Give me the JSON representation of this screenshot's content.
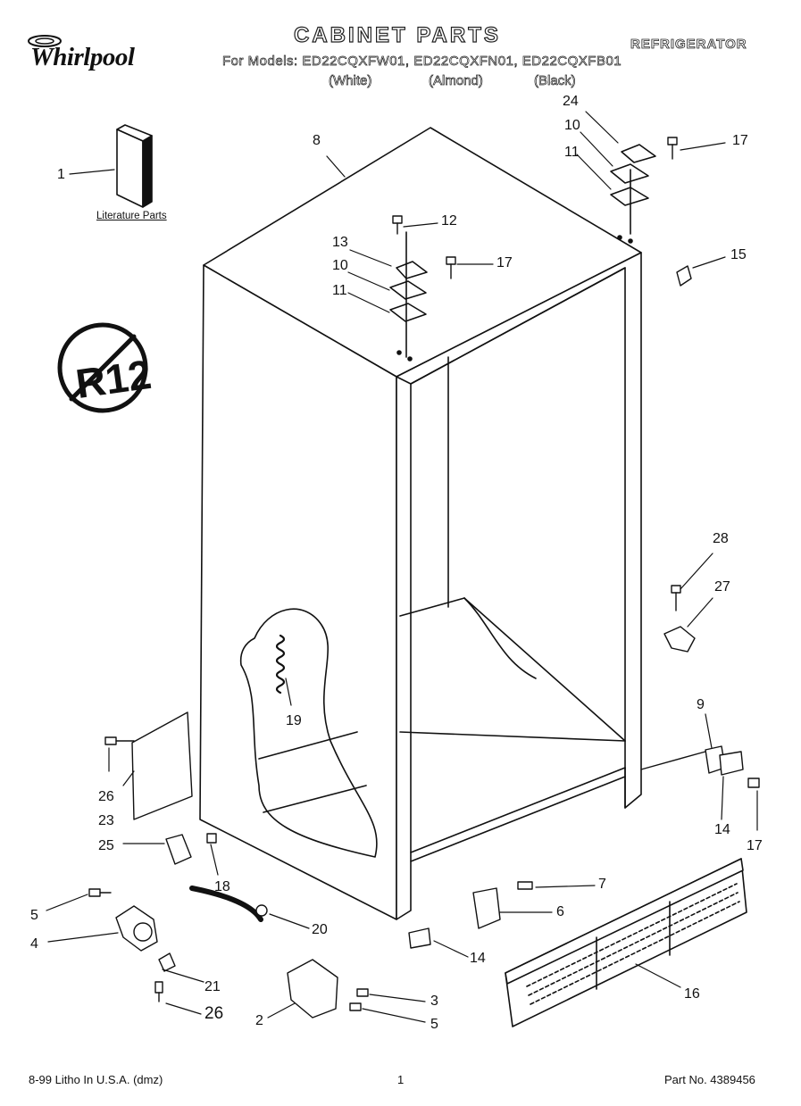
{
  "header": {
    "brand": "Whirlpool",
    "title": "CABINET PARTS",
    "subtitle": "REFRIGERATOR",
    "models_line": "For Models: ED22CQXFW01, ED22CQXFN01, ED22CQXFB01",
    "finishes": [
      "(White)",
      "(Almond)",
      "(Black)"
    ]
  },
  "badge": {
    "text": "R12",
    "meaning": "no-R12 refrigerant symbol"
  },
  "literature_label": "Literature Parts",
  "callouts": [
    "1",
    "2",
    "3",
    "4",
    "5",
    "5",
    "6",
    "7",
    "8",
    "9",
    "10",
    "10",
    "11",
    "11",
    "12",
    "13",
    "14",
    "14",
    "15",
    "16",
    "17",
    "17",
    "17",
    "18",
    "19",
    "20",
    "21",
    "23",
    "24",
    "25",
    "26",
    "26",
    "27",
    "28"
  ],
  "footer": {
    "left": "8-99 Litho In U.S.A. (dmz)",
    "center": "1",
    "right": "Part No. 4389456"
  }
}
